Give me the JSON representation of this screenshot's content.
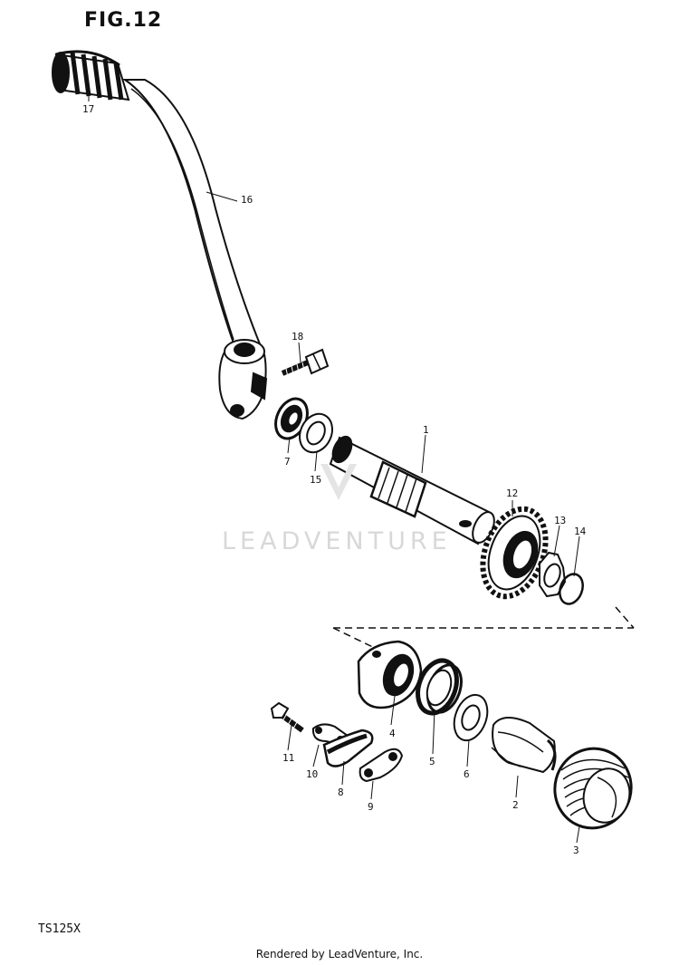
{
  "figure": {
    "title": "FIG.12",
    "model": "TS125X"
  },
  "watermark": {
    "text": "LEADVENTURE"
  },
  "footer": {
    "text": "Rendered by LeadVenture, Inc."
  },
  "callouts": {
    "p1": "1",
    "p2": "2",
    "p3": "3",
    "p4": "4",
    "p5": "5",
    "p6": "6",
    "p7": "7",
    "p8": "8",
    "p9": "9",
    "p10": "10",
    "p11": "11",
    "p12": "12",
    "p13": "13",
    "p14": "14",
    "p15": "15",
    "p16": "16",
    "p17": "17",
    "p18": "18"
  },
  "colors": {
    "ink": "#111111",
    "watermark": "#d8d8d8",
    "background": "#ffffff"
  }
}
